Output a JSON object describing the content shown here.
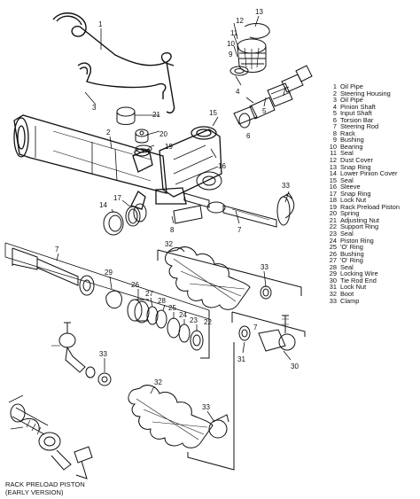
{
  "legend": [
    {
      "num": "1",
      "label": "Oil Pipe"
    },
    {
      "num": "2",
      "label": "Steering Housing"
    },
    {
      "num": "3",
      "label": "Oil Pipe"
    },
    {
      "num": "4",
      "label": "Pinion Shaft"
    },
    {
      "num": "5",
      "label": "Input Shaft"
    },
    {
      "num": "6",
      "label": "Torsion Bar"
    },
    {
      "num": "7",
      "label": "Steering Rod"
    },
    {
      "num": "8",
      "label": "Rack"
    },
    {
      "num": "9",
      "label": "Bushing"
    },
    {
      "num": "10",
      "label": "Bearing"
    },
    {
      "num": "11",
      "label": "Seal"
    },
    {
      "num": "12",
      "label": "Dust Cover"
    },
    {
      "num": "13",
      "label": "Snap Ring"
    },
    {
      "num": "14",
      "label": "Lower Pinion Cover"
    },
    {
      "num": "15",
      "label": "Seal"
    },
    {
      "num": "16",
      "label": "Sleeve"
    },
    {
      "num": "17",
      "label": "Snap Ring"
    },
    {
      "num": "18",
      "label": "Lock Nut"
    },
    {
      "num": "19",
      "label": "Rack Preload Piston"
    },
    {
      "num": "20",
      "label": "Spring"
    },
    {
      "num": "21",
      "label": "Adjusting Nut"
    },
    {
      "num": "22",
      "label": "Support Ring"
    },
    {
      "num": "23",
      "label": "Seal"
    },
    {
      "num": "24",
      "label": "Piston Ring"
    },
    {
      "num": "25",
      "label": "'O' Ring"
    },
    {
      "num": "26",
      "label": "Bushing"
    },
    {
      "num": "27",
      "label": "'O' Ring"
    },
    {
      "num": "28",
      "label": "Seal"
    },
    {
      "num": "29",
      "label": "Locking Wire"
    },
    {
      "num": "30",
      "label": "Tie Rod End"
    },
    {
      "num": "31",
      "label": "Lock Nut"
    },
    {
      "num": "32",
      "label": "Boot"
    },
    {
      "num": "33",
      "label": "Clamp"
    }
  ],
  "callouts": {
    "c1": "1",
    "c2": "2",
    "c3": "3",
    "c4": "4",
    "c5": "5",
    "c6": "6",
    "c7a": "7",
    "c7b": "7",
    "c7c": "7",
    "c8": "8",
    "c9": "9",
    "c10": "10",
    "c11": "11",
    "c12": "12",
    "c13": "13",
    "c14": "14",
    "c15": "15",
    "c16": "16",
    "c17": "17",
    "c18": "18",
    "c19": "19",
    "c20": "20",
    "c21": "21",
    "c22": "22",
    "c23": "23",
    "c24": "24",
    "c25": "25",
    "c26": "26",
    "c27": "27",
    "c28": "28",
    "c29": "29",
    "c30": "30",
    "c31": "31",
    "c32a": "32",
    "c32b": "32",
    "c33a": "33",
    "c33b": "33",
    "c33c": "33",
    "c33d": "33"
  },
  "caption": {
    "line1": "RACK PRELOAD PISTON",
    "line2": "(EARLY VERSION)"
  }
}
